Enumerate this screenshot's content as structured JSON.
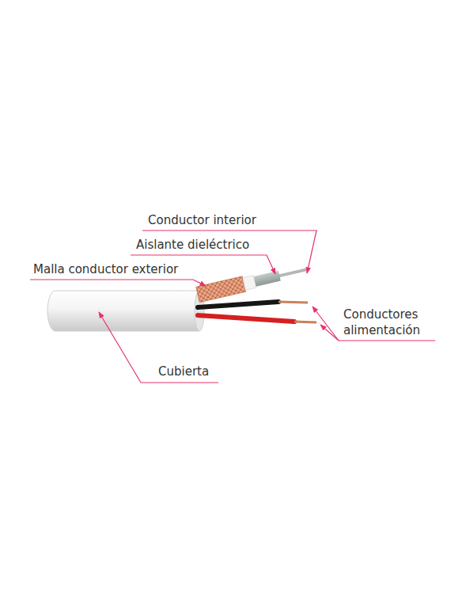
{
  "diagram": {
    "labels": [
      "Conductor interior",
      "Aislante dieléctrico",
      "Malla conductor exterior",
      "Conductores alimentación",
      "Cubierta"
    ]
  }
}
